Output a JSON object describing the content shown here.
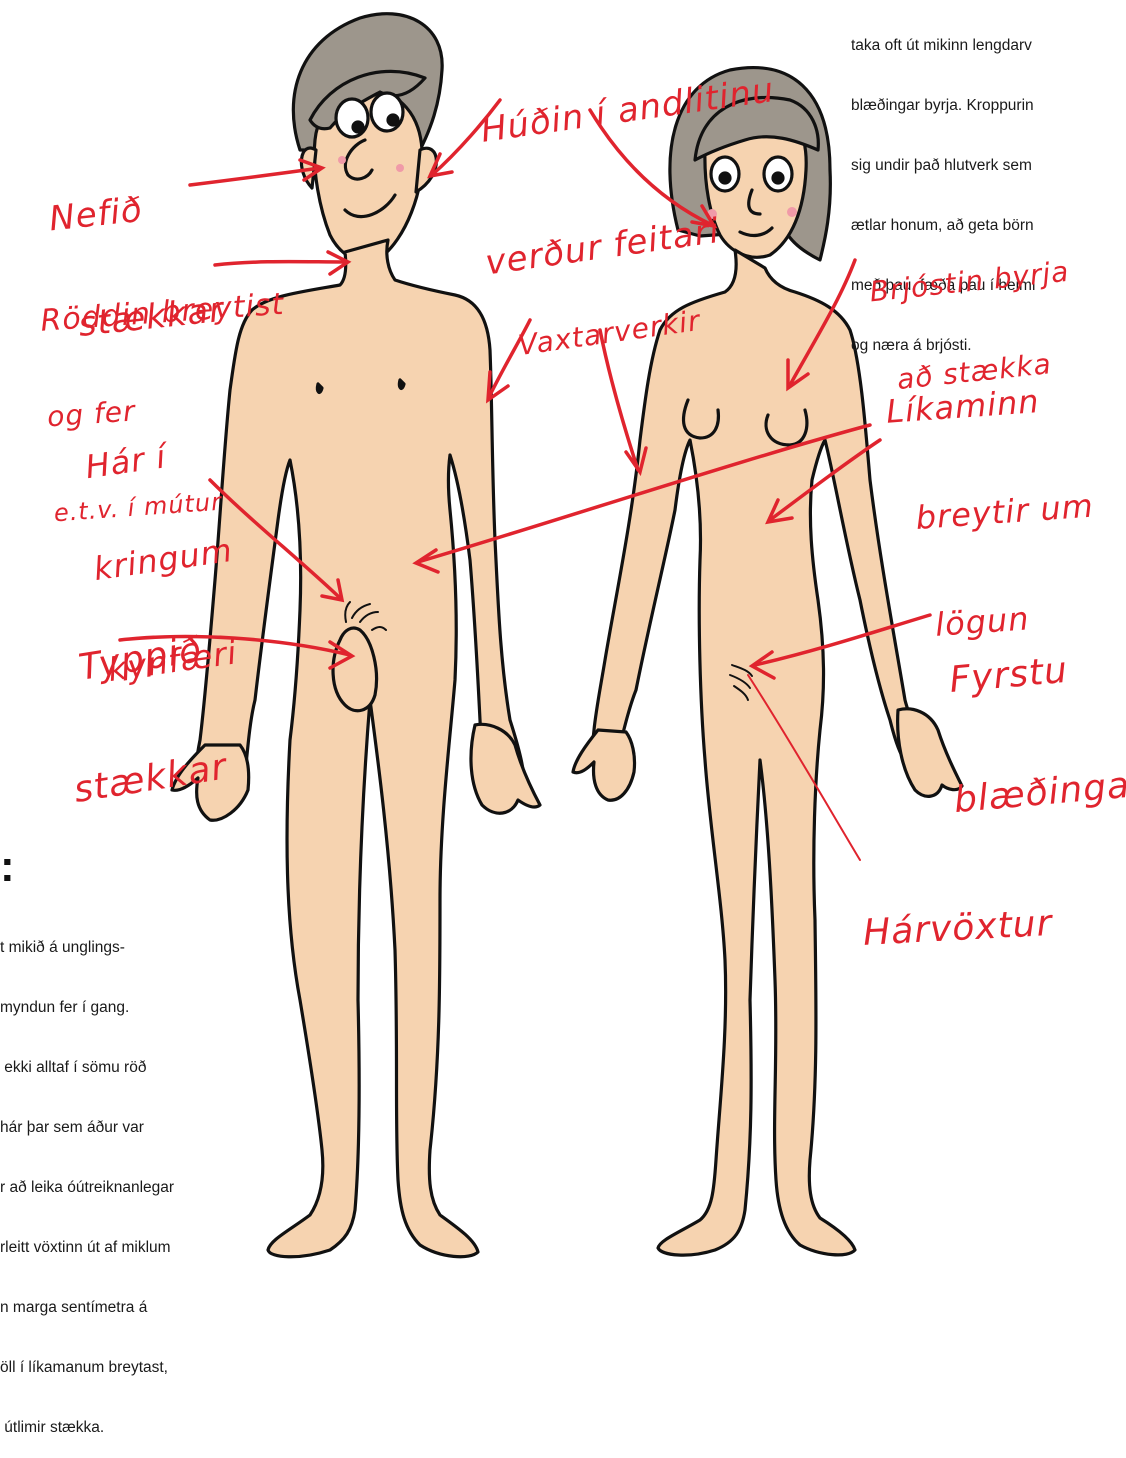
{
  "text_top_right": {
    "lines": [
      "taka oft út mikinn lengdarv",
      "blæðingar byrja. Kroppurin",
      "sig undir það hlutverk sem",
      "ætlar honum, að geta börn",
      "með þau, fæða þau í heimi",
      "og næra á brjósti."
    ]
  },
  "heading_fragment": ":",
  "text_bottom_left": {
    "lines": [
      "t mikið á unglings-",
      "myndun fer í gang.",
      " ekki alltaf í sömu röð",
      "hár þar sem áður var",
      "r að leika óútreiknanlegar",
      "rleitt vöxtinn út af miklum",
      "n marga sentímetra á",
      "öll í líkamanum breytast,",
      " útlimir stækka."
    ]
  },
  "labels": {
    "nose": [
      "Nefið",
      "stækkar"
    ],
    "skin": [
      "Húðin í andlitinu",
      "verður feitari"
    ],
    "voice": [
      "Röddin breytist",
      "og fer",
      "e.t.v. í mútur"
    ],
    "hair_genitals": [
      "Hár í",
      "kringum",
      "kynfæri"
    ],
    "penis": [
      "Typpið",
      "stækkar"
    ],
    "growing_pains": [
      "Vaxtarverkir"
    ],
    "breasts": [
      "Brjóstin byrja",
      "að stækka"
    ],
    "body_shape": [
      "Líkaminn",
      "breytir um",
      "lögun"
    ],
    "first_period": [
      "Fyrstu",
      "blæðingar"
    ],
    "hair_growth": [
      "Hárvöxtur"
    ]
  },
  "colors": {
    "label_red": "#e0242e",
    "skin": "#f6d3b0",
    "outline": "#111111",
    "hair": "#9d968c",
    "cheek": "#f09aa8"
  }
}
